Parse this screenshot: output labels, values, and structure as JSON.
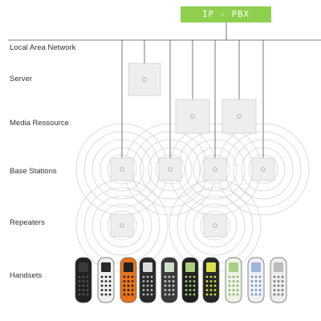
{
  "pbx": {
    "label": "IP - PBX",
    "color": "#8ed04d"
  },
  "levels": {
    "lan": "Local Area Network",
    "server": "Server",
    "media": "Media Ressource",
    "base": "Base Stations",
    "repeaters": "Repeaters",
    "handsets": "Handsets"
  },
  "colors": {
    "line": "#555555",
    "wave": "#d4d4d4",
    "device_face": "#eeeeee",
    "device_edge": "#d0d0d0"
  },
  "devices": {
    "server_count": 1,
    "media_count": 2,
    "base_count": 4,
    "repeater_count": 2,
    "handset_count": 10
  },
  "handsets": [
    {
      "body": "#222222",
      "screen": "#3b3b3b",
      "keys": "#555555"
    },
    {
      "body": "#efefef",
      "screen": "#2a2a2a",
      "keys": "#222222"
    },
    {
      "body": "#e8731c",
      "screen": "#222222",
      "keys": "#222222"
    },
    {
      "body": "#2a2a2a",
      "screen": "#dcdcdc",
      "keys": "#bbbbbb"
    },
    {
      "body": "#3a3a3a",
      "screen": "#cfe0c8",
      "keys": "#cccccc"
    },
    {
      "body": "#1f1f1f",
      "screen": "#a6cf7f",
      "keys": "#9dcf6a"
    },
    {
      "body": "#262626",
      "screen": "#d9e04a",
      "keys": "#d8e23c"
    },
    {
      "body": "#eef3e6",
      "screen": "#a9cf86",
      "keys": "#8ab966"
    },
    {
      "body": "#edf0f5",
      "screen": "#9fb6d6",
      "keys": "#7a94bd"
    },
    {
      "body": "#eeeeee",
      "screen": "#bcbcbc",
      "keys": "#777777"
    }
  ]
}
